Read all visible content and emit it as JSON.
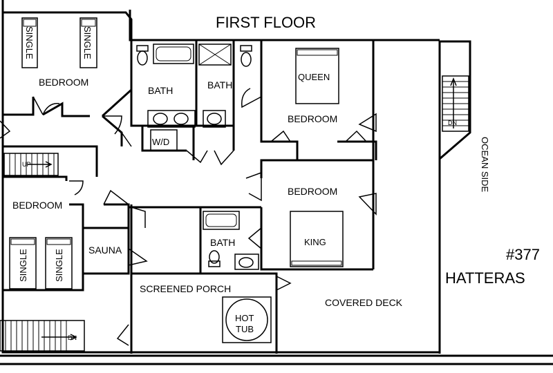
{
  "plan": {
    "title": "FIRST FLOOR",
    "listing_number": "#377",
    "listing_name": "HATTERAS",
    "ocean_side": "OCEAN SIDE",
    "rooms": {
      "bedroom_top_left": "BEDROOM",
      "bath_left": "BATH",
      "bath_right": "BATH",
      "bedroom_top_right": "BEDROOM",
      "bedroom_mid_right": "BEDROOM",
      "bedroom_left": "BEDROOM",
      "sauna": "SAUNA",
      "bath_small": "BATH",
      "screened_porch": "SCREENED PORCH",
      "covered_deck": "COVERED DECK"
    },
    "fixtures": {
      "single_1": "SINGLE",
      "single_2": "SINGLE",
      "single_3": "SINGLE",
      "single_4": "SINGLE",
      "queen": "QUEEN",
      "king": "KING",
      "washer_dryer": "W/D",
      "hot_tub_line1": "HOT",
      "hot_tub_line2": "TUB",
      "stairs_up": "UP",
      "stairs_dn_right": "DN",
      "stairs_dn_bottom": "DN"
    }
  }
}
